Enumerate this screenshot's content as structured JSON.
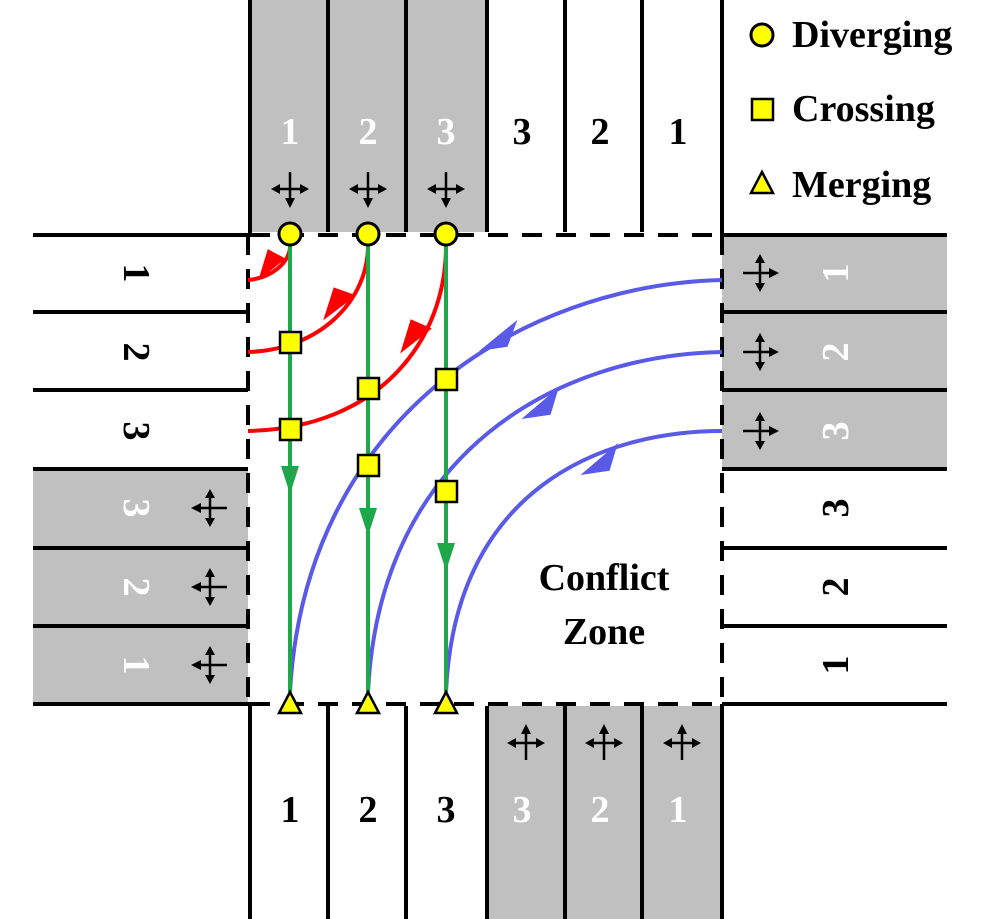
{
  "legend": {
    "diverging": "Diverging",
    "crossing": "Crossing",
    "merging": "Merging"
  },
  "conflict_zone": {
    "line1": "Conflict",
    "line2": "Zone"
  },
  "lanes": {
    "north_in": [
      "1",
      "2",
      "3"
    ],
    "north_out": [
      "3",
      "2",
      "1"
    ],
    "south_out": [
      "1",
      "2",
      "3"
    ],
    "south_in": [
      "3",
      "2",
      "1"
    ],
    "west_out": [
      "1",
      "2",
      "3"
    ],
    "west_in": [
      "3",
      "2",
      "1"
    ],
    "east_in": [
      "1",
      "2",
      "3"
    ],
    "east_out": [
      "3",
      "2",
      "1"
    ]
  },
  "colors": {
    "approach_lane": "#c0c0c0",
    "right_turn": "#ff0000",
    "through": "#1fa84a",
    "left_turn": "#5a5ae8",
    "marker_fill": "#ffff00"
  },
  "icons": {
    "turn_arrows": "left-through-right-arrow-icon",
    "diverging": "circle-icon",
    "crossing": "square-icon",
    "merging": "triangle-icon"
  }
}
